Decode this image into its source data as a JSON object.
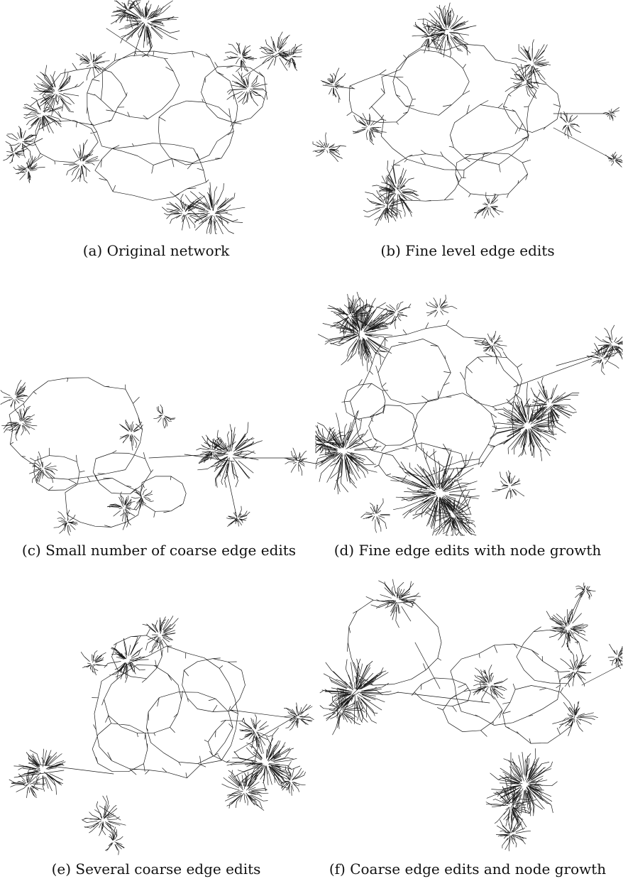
{
  "figure": {
    "panels": [
      {
        "id": "a",
        "caption": "(a) Original network"
      },
      {
        "id": "b",
        "caption": "(b) Fine level edge edits"
      },
      {
        "id": "c",
        "caption": "(c) Small number of coarse edge edits"
      },
      {
        "id": "d",
        "caption": "(d) Fine edge edits with node growth"
      },
      {
        "id": "e",
        "caption": "(e) Several coarse edge edits"
      },
      {
        "id": "f",
        "caption": "(f) Coarse edge edits and node growth"
      }
    ]
  }
}
